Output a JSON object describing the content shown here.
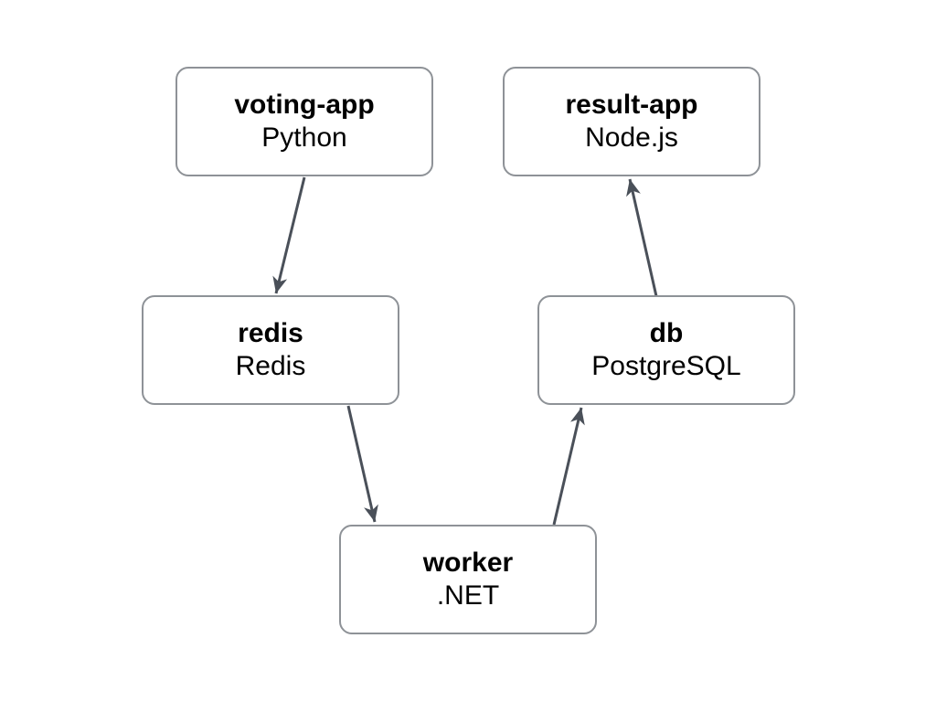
{
  "diagram": {
    "colors": {
      "background": "#ffffff",
      "node_fill": "#ffffff",
      "node_border": "#8e9297",
      "arrow": "#4a5059",
      "text": "#000000"
    },
    "nodes": [
      {
        "id": "voting-app",
        "title": "voting-app",
        "subtitle": "Python"
      },
      {
        "id": "result-app",
        "title": "result-app",
        "subtitle": "Node.js"
      },
      {
        "id": "redis",
        "title": "redis",
        "subtitle": "Redis"
      },
      {
        "id": "db",
        "title": "db",
        "subtitle": "PostgreSQL"
      },
      {
        "id": "worker",
        "title": "worker",
        "subtitle": ".NET"
      }
    ],
    "edges": [
      {
        "from": "voting-app",
        "to": "redis"
      },
      {
        "from": "redis",
        "to": "worker"
      },
      {
        "from": "worker",
        "to": "db"
      },
      {
        "from": "db",
        "to": "result-app"
      }
    ]
  }
}
